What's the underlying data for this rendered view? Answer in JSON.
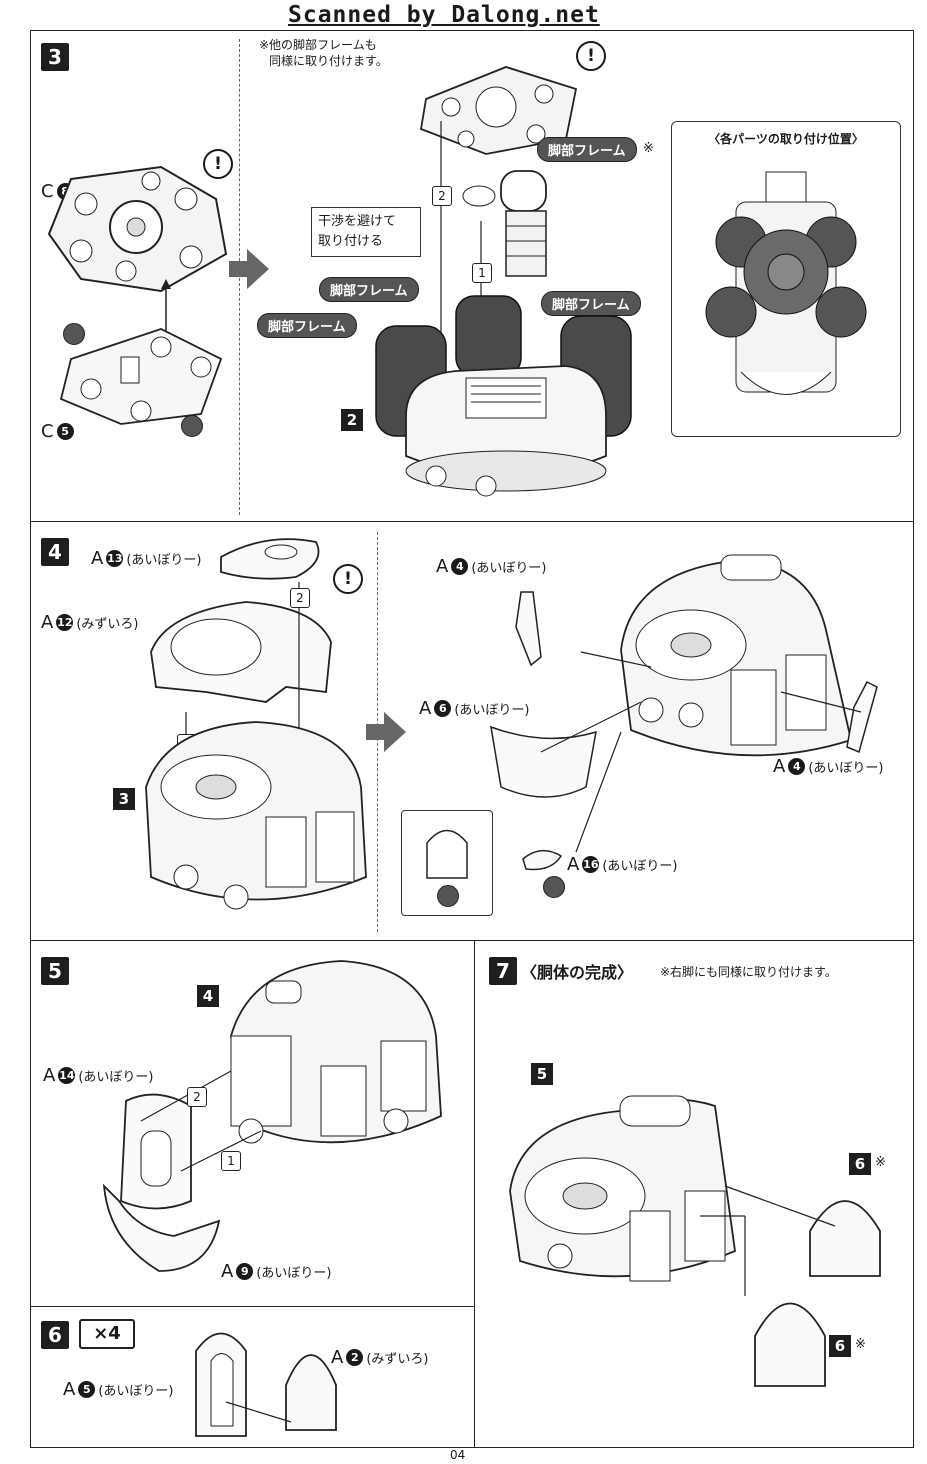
{
  "header": {
    "scan_credit": "Scanned by Dalong.net"
  },
  "page_number": "04",
  "step3": {
    "num": "3",
    "note_line1": "※他の脚部フレームも",
    "note_line2": "同様に取り付けます。",
    "part_c8": {
      "letter": "C",
      "num": "8"
    },
    "part_c5": {
      "letter": "C",
      "num": "5"
    },
    "frame_labels": [
      "脚部フレーム",
      "脚部フレーム",
      "脚部フレーム",
      "脚部フレーム"
    ],
    "frame_mark": "※",
    "callout_line1": "干渉を避けて",
    "callout_line2": "取り付ける",
    "order_1": "1",
    "order_2": "2",
    "sub_step": "2",
    "inset_title": "〈各パーツの取り付け位置〉"
  },
  "step4": {
    "num": "4",
    "a13": {
      "letter": "A",
      "num": "13",
      "color": "(あいぼりー)"
    },
    "a12": {
      "letter": "A",
      "num": "12",
      "color": "(みずいろ)"
    },
    "a4_top": {
      "letter": "A",
      "num": "4",
      "color": "(あいぼりー)"
    },
    "a6": {
      "letter": "A",
      "num": "6",
      "color": "(あいぼりー)"
    },
    "a4_right": {
      "letter": "A",
      "num": "4",
      "color": "(あいぼりー)"
    },
    "a16": {
      "letter": "A",
      "num": "16",
      "color": "(あいぼりー)"
    },
    "order_1": "1",
    "order_2": "2",
    "sub_step": "3"
  },
  "step5": {
    "num": "5",
    "sub_step": "4",
    "a14": {
      "letter": "A",
      "num": "14",
      "color": "(あいぼりー)"
    },
    "a9": {
      "letter": "A",
      "num": "9",
      "color": "(あいぼりー)"
    },
    "order_1": "1",
    "order_2": "2"
  },
  "step6": {
    "num": "6",
    "multiplier": "×4",
    "a5": {
      "letter": "A",
      "num": "5",
      "color": "(あいぼりー)"
    },
    "a2": {
      "letter": "A",
      "num": "2",
      "color": "(みずいろ)"
    }
  },
  "step7": {
    "num": "7",
    "title": "〈胴体の完成〉",
    "note": "※右脚にも同様に取り付けます。",
    "sub_step": "5",
    "ref_6a": "6",
    "ref_6b": "6",
    "mark": "※"
  },
  "warning_glyph": "!"
}
